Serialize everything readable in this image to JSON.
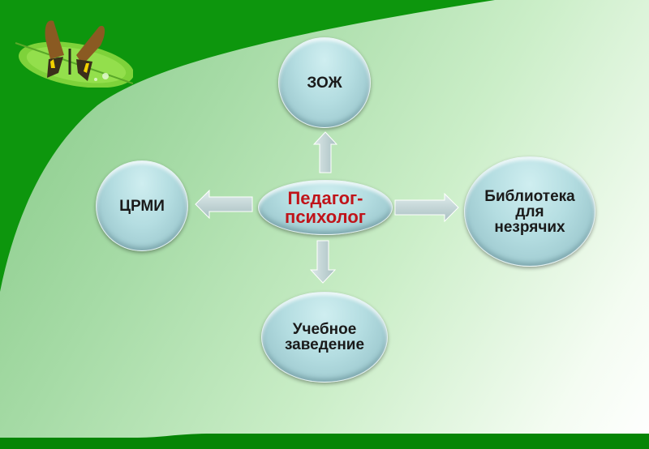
{
  "diagram": {
    "center": {
      "lines": [
        "Педагог-",
        "психолог"
      ],
      "color": "#c0141a"
    },
    "nodes": [
      {
        "id": "top",
        "lines": [
          "ЗОЖ"
        ]
      },
      {
        "id": "left",
        "lines": [
          "ЦРМИ"
        ]
      },
      {
        "id": "right",
        "lines": [
          "Библиотека",
          "для",
          "незрячих"
        ]
      },
      {
        "id": "bottom",
        "lines": [
          "Учебное",
          "заведение"
        ]
      }
    ],
    "arrows": [
      {
        "from": "center",
        "to": "top",
        "direction": "up"
      },
      {
        "from": "center",
        "to": "left",
        "direction": "left"
      },
      {
        "from": "center",
        "to": "right",
        "direction": "right"
      },
      {
        "from": "center",
        "to": "bottom",
        "direction": "down"
      }
    ]
  },
  "decoration": {
    "image": "butterfly-on-leaf",
    "accent_color": "#0a8a0a"
  }
}
